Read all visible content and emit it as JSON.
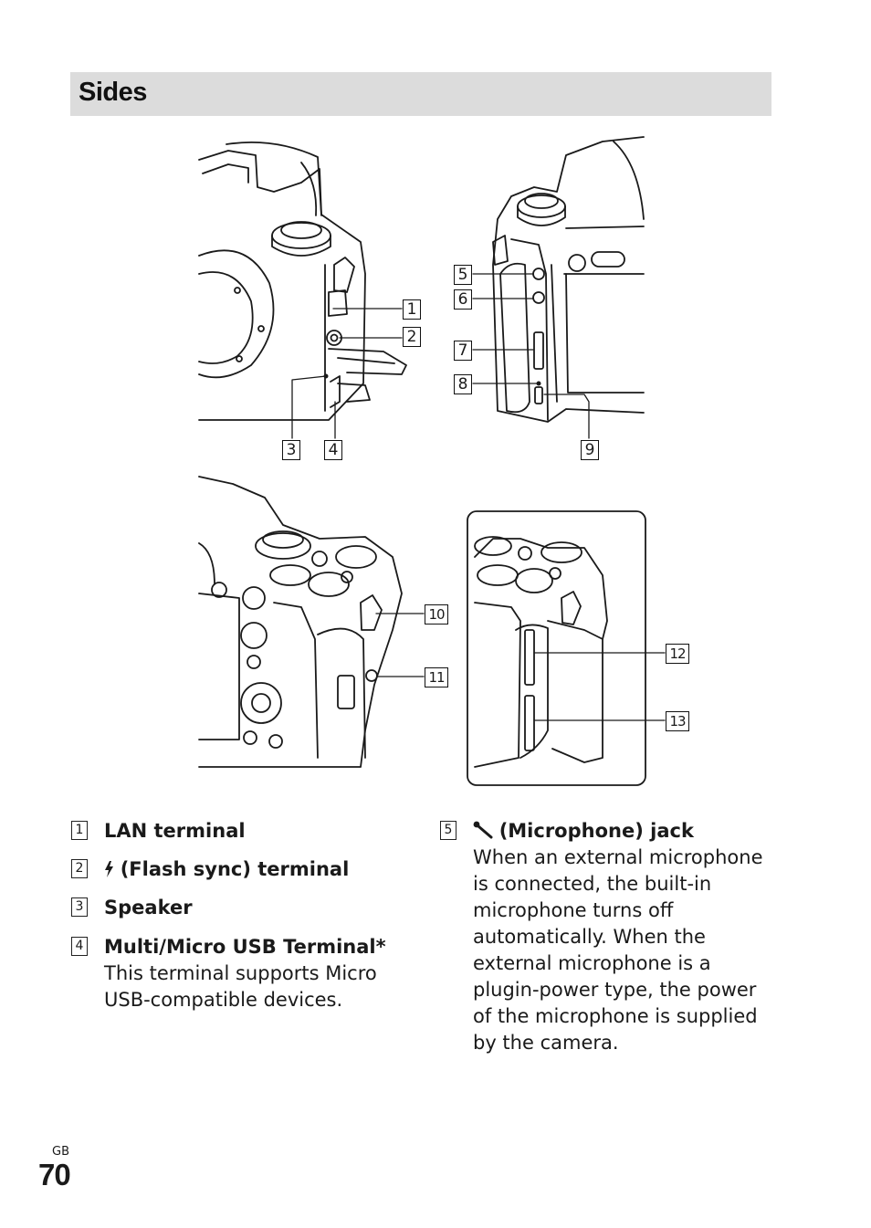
{
  "page": {
    "title": "Sides",
    "region_code": "GB",
    "page_number": "70"
  },
  "callouts": [
    "1",
    "2",
    "3",
    "4",
    "5",
    "6",
    "7",
    "8",
    "9",
    "10",
    "11",
    "12",
    "13"
  ],
  "items": [
    {
      "num": "1",
      "title": "LAN terminal",
      "desc": []
    },
    {
      "num": "2",
      "icon": "flash-icon",
      "title": "(Flash sync) terminal",
      "desc": []
    },
    {
      "num": "3",
      "title": "Speaker",
      "desc": []
    },
    {
      "num": "4",
      "title": "Multi/Micro USB Terminal*",
      "desc": [
        "This terminal supports Micro",
        "USB-compatible devices."
      ]
    },
    {
      "num": "5",
      "icon": "microphone-icon",
      "title": "(Microphone) jack",
      "desc": [
        "When an external microphone",
        "is connected, the built-in",
        "microphone turns off",
        "automatically. When the",
        "external microphone is a",
        "plugin-power type, the power",
        "of the microphone is supplied",
        "by the camera."
      ]
    }
  ]
}
